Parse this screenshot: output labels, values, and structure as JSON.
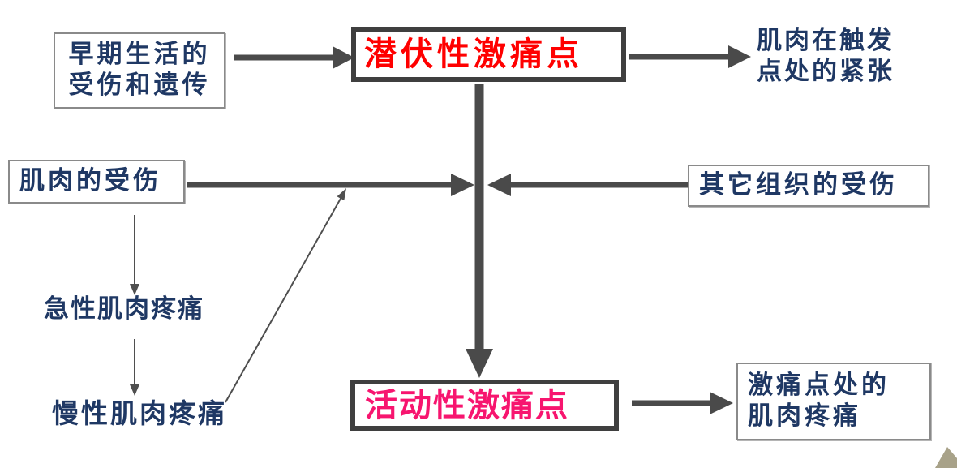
{
  "diagram": {
    "title_implied": "trigger-point flowchart",
    "nodes": {
      "early_life": {
        "lines": [
          "早期生活的",
          "受伤和遗传"
        ]
      },
      "latent_trigger_point": {
        "label": "潜伏性激痛点"
      },
      "muscle_tension": {
        "lines": [
          "肌肉在触发",
          "点处的紧张"
        ]
      },
      "muscle_injury": {
        "label": "肌肉的受伤"
      },
      "other_tissue_injury": {
        "label": "其它组织的受伤"
      },
      "acute_muscle_pain": {
        "label": "急性肌肉疼痛"
      },
      "chronic_muscle_pain": {
        "label": "慢性肌肉疼痛"
      },
      "active_trigger_point": {
        "label": "活动性激痛点"
      },
      "trigger_point_pain": {
        "lines": [
          "激痛点处的",
          "肌肉疼痛"
        ]
      }
    },
    "colors": {
      "navy_text": "#1F3864",
      "red_text": "#FF0000",
      "pink_text": "#F7156F",
      "thick_arrow": "#4A4A4A",
      "thin_arrow": "#4F4F4F",
      "thick_box_border": "#3F3F3F",
      "thin_box_border": "#8A8A8A",
      "corner_triangle": "#A8A289",
      "background": "#FFFFFF"
    }
  }
}
